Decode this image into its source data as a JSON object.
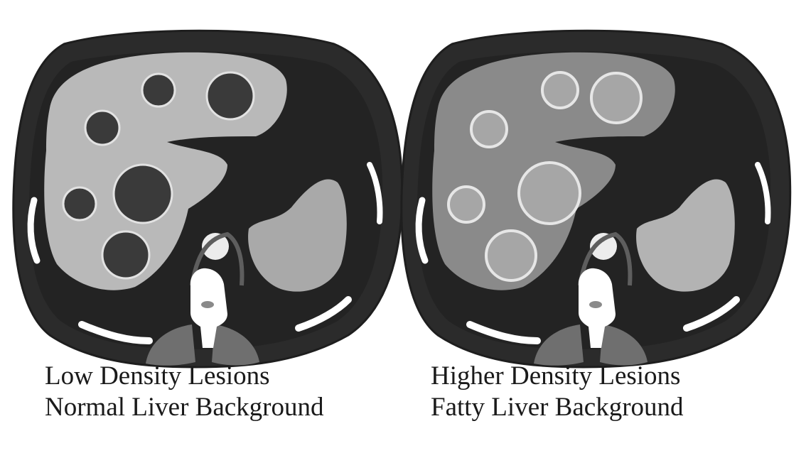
{
  "panels": [
    {
      "id": "left",
      "caption_line1": "Low Density Lesions",
      "caption_line2": "Normal Liver Background"
    },
    {
      "id": "right",
      "caption_line1": "Higher Density Lesions",
      "caption_line2": "Fatty Liver Background"
    }
  ],
  "colors": {
    "body_outline": "#2b2b2b",
    "normal_liver": "#b9b9b9",
    "fatty_liver": "#8a8a8a",
    "low_density_lesion": "#3a3a3a",
    "higher_density_lesion": "#a6a6a6",
    "lesion_rim": "#e2e2e2",
    "spleen_normal": "#a9a9a9",
    "spleen_fatty": "#b3b3b3",
    "bone": "#ffffff",
    "muscle": "#6f6f6f"
  }
}
